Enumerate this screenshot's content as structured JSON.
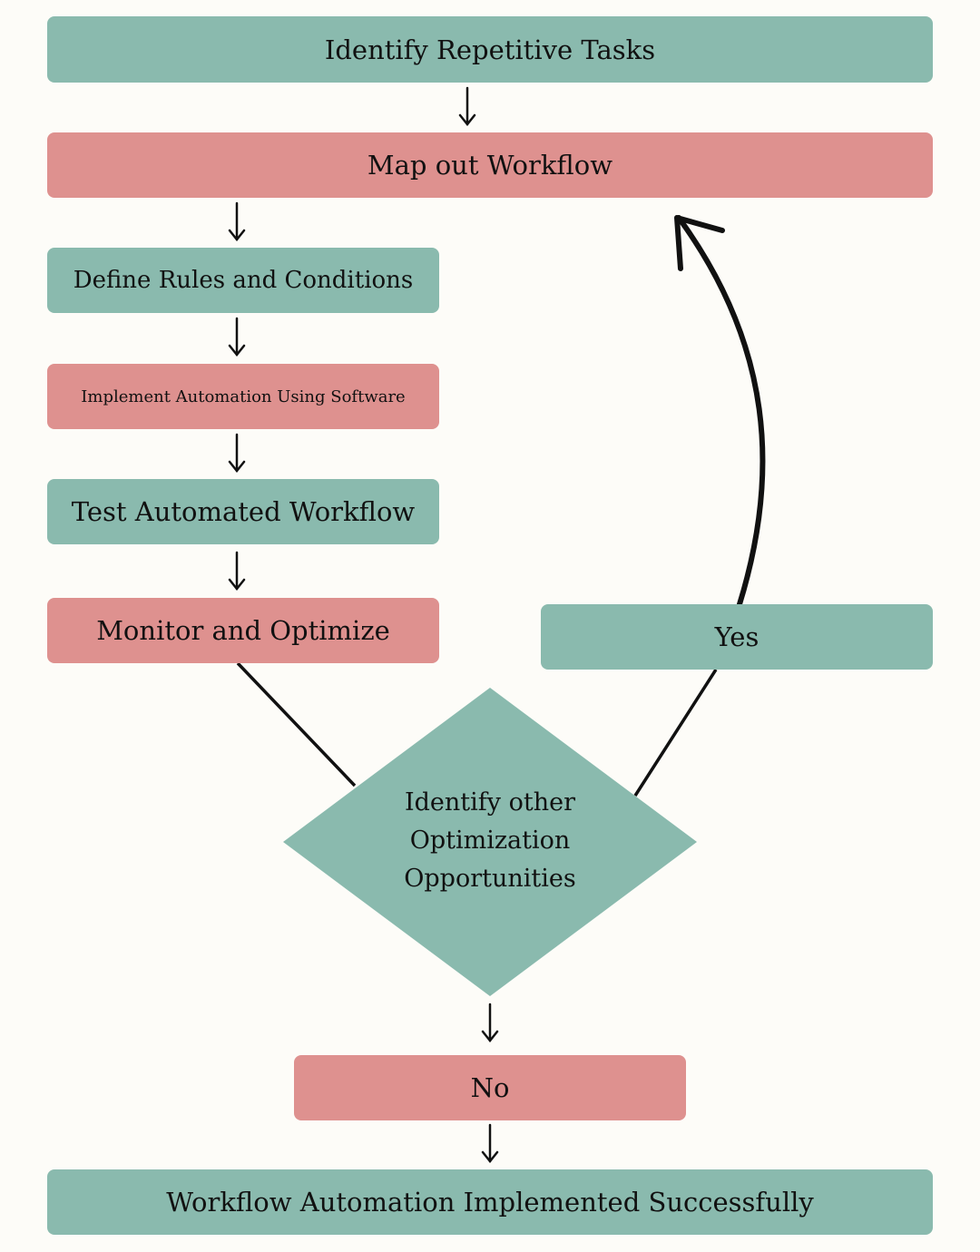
{
  "flowchart": {
    "step_identify_tasks": "Identify Repetitive Tasks",
    "step_map_workflow": "Map out Workflow",
    "step_define_rules": "Define Rules and Conditions",
    "step_implement": "Implement Automation Using Software",
    "step_test": "Test Automated Workflow",
    "step_monitor": "Monitor and Optimize",
    "decision": {
      "line1": "Identify other",
      "line2": "Optimization",
      "line3": "Opportunities"
    },
    "branch_yes": "Yes",
    "branch_no": "No",
    "step_final": "Workflow Automation Implemented Successfully"
  },
  "colors": {
    "teal": "#8abaae",
    "rose": "#de918f",
    "background": "#fdfcf8",
    "line": "#111111"
  }
}
